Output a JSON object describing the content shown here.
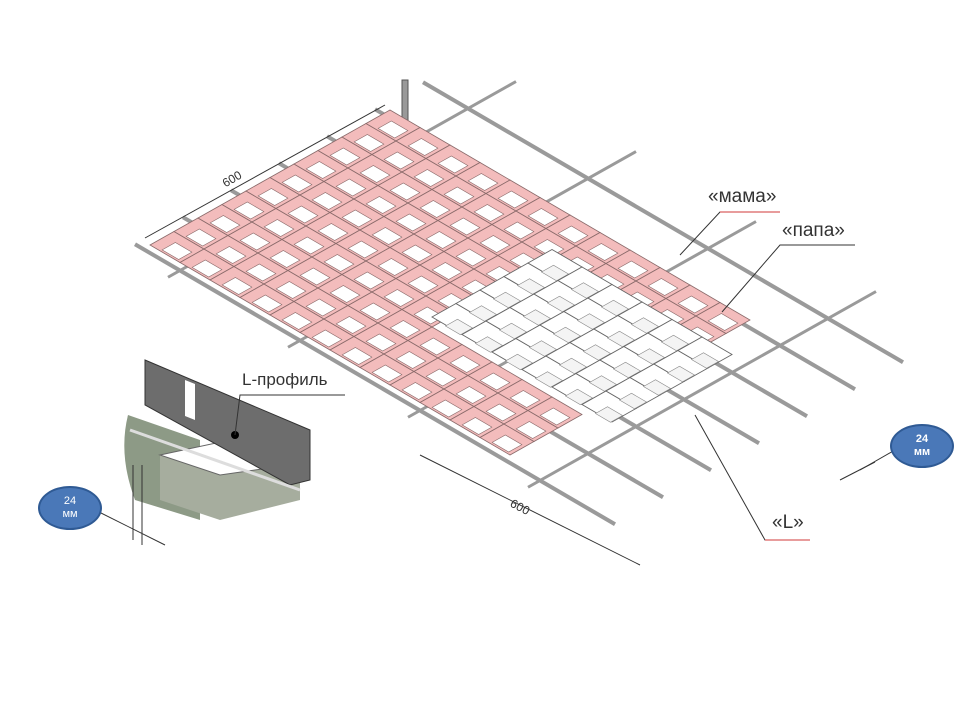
{
  "labels": {
    "mama": "«мама»",
    "papa": "«папа»",
    "l": "«L»",
    "l_profile": "L-профиль"
  },
  "dimensions": {
    "top_left": "600",
    "bottom": "600"
  },
  "badges": {
    "right": {
      "value": "24",
      "unit": "мм"
    },
    "left": {
      "value": "24",
      "unit": "мм"
    }
  },
  "colors": {
    "cell_fill": "#f3bcbc",
    "cell_stroke": "#8a6a6a",
    "rail": "#9a9a9a",
    "badge": "#4a78b8",
    "accent_line": "#d23a3a"
  }
}
